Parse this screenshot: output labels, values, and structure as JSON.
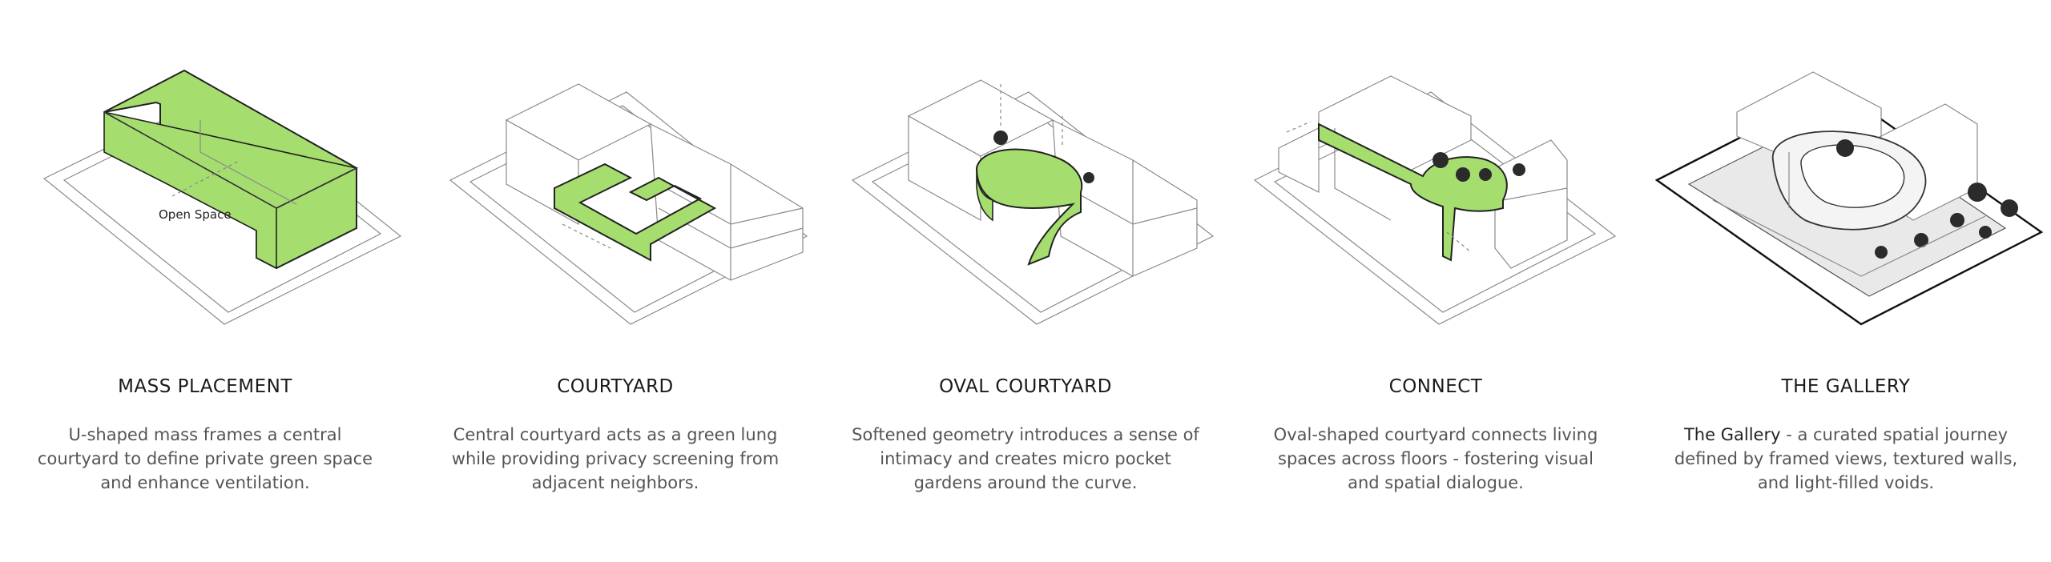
{
  "panels": [
    {
      "title": "MASS PLACEMENT",
      "description": "U-shaped mass frames a central courtyard to define private green space and enhance ventilation.",
      "label": "Open Space"
    },
    {
      "title": "COURTYARD",
      "description": "Central courtyard acts as a green lung while providing privacy screening from adjacent neighbors."
    },
    {
      "title": "OVAL COURTYARD",
      "description": "Softened geometry introduces a sense of intimacy and creates micro pocket gardens around the curve."
    },
    {
      "title": "CONNECT",
      "description": "Oval-shaped courtyard connects living spaces across floors - fostering visual and spatial dialogue."
    },
    {
      "title": "THE GALLERY",
      "description_lead": "The Gallery",
      "description": " - a curated spatial journey defined by framed views, textured walls, and light-filled voids."
    }
  ],
  "colors": {
    "green": "#a6dd6f",
    "text": "#555555",
    "title": "#1a1a1a"
  }
}
